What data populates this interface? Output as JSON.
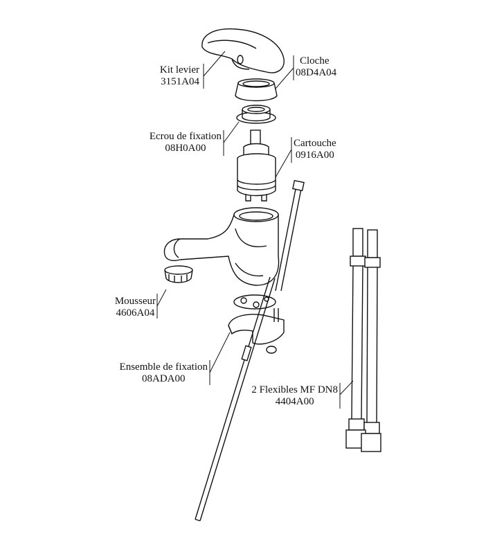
{
  "parts": [
    {
      "name": "Kit levier",
      "ref": "3151A04"
    },
    {
      "name": "Cloche",
      "ref": "08D4A04"
    },
    {
      "name": "Ecrou de fixation",
      "ref": "08H0A00"
    },
    {
      "name": "Cartouche",
      "ref": "0916A00"
    },
    {
      "name": "Mousseur",
      "ref": "4606A04"
    },
    {
      "name": "Ensemble de fixation",
      "ref": "08ADA00"
    },
    {
      "name": "2 Flexibles MF DN8",
      "ref": "4404A00"
    }
  ]
}
